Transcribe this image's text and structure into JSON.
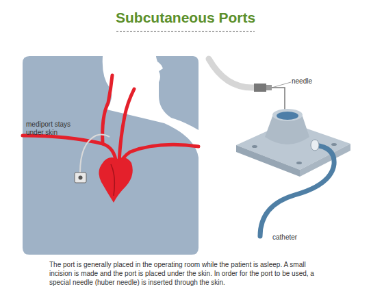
{
  "diagram": {
    "title": "Subcutaneous Ports",
    "caption": "The port is generally placed in the operating room while the patient is asleep. A small incision is made and the port is placed under the skin. In order for the port to be used, a special needle (huber needle) is inserted through the skin.",
    "labels": [
      "mediport stays under skin",
      "needle",
      "catheter"
    ]
  }
}
